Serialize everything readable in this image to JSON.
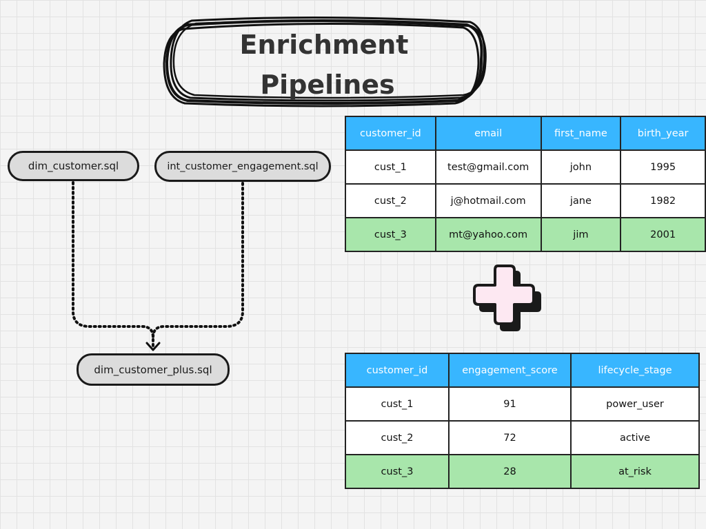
{
  "title": {
    "line1": "Enrichment",
    "line2": "Pipelines"
  },
  "nodes": {
    "dim_customer": "dim_customer.sql",
    "int_engagement": "int_customer_engagement.sql",
    "dim_customer_plus": "dim_customer_plus.sql"
  },
  "table1": {
    "columns": [
      "customer_id",
      "email",
      "first_name",
      "birth_year"
    ],
    "rows": [
      [
        "cust_1",
        "test@gmail.com",
        "john",
        "1995"
      ],
      [
        "cust_2",
        "j@hotmail.com",
        "jane",
        "1982"
      ],
      [
        "cust_3",
        "mt@yahoo.com",
        "jim",
        "2001"
      ]
    ],
    "highlighted_row": 2
  },
  "table2": {
    "columns": [
      "customer_id",
      "engagement_score",
      "lifecycle_stage"
    ],
    "rows": [
      [
        "cust_1",
        "91",
        "power_user"
      ],
      [
        "cust_2",
        "72",
        "active"
      ],
      [
        "cust_3",
        "28",
        "at_risk"
      ]
    ],
    "highlighted_row": 2
  },
  "colors": {
    "header": "#38b6ff",
    "highlight_row": "#a8e6ab",
    "node_fill": "#dcdcdc",
    "plus_fill": "#fde8f2"
  }
}
